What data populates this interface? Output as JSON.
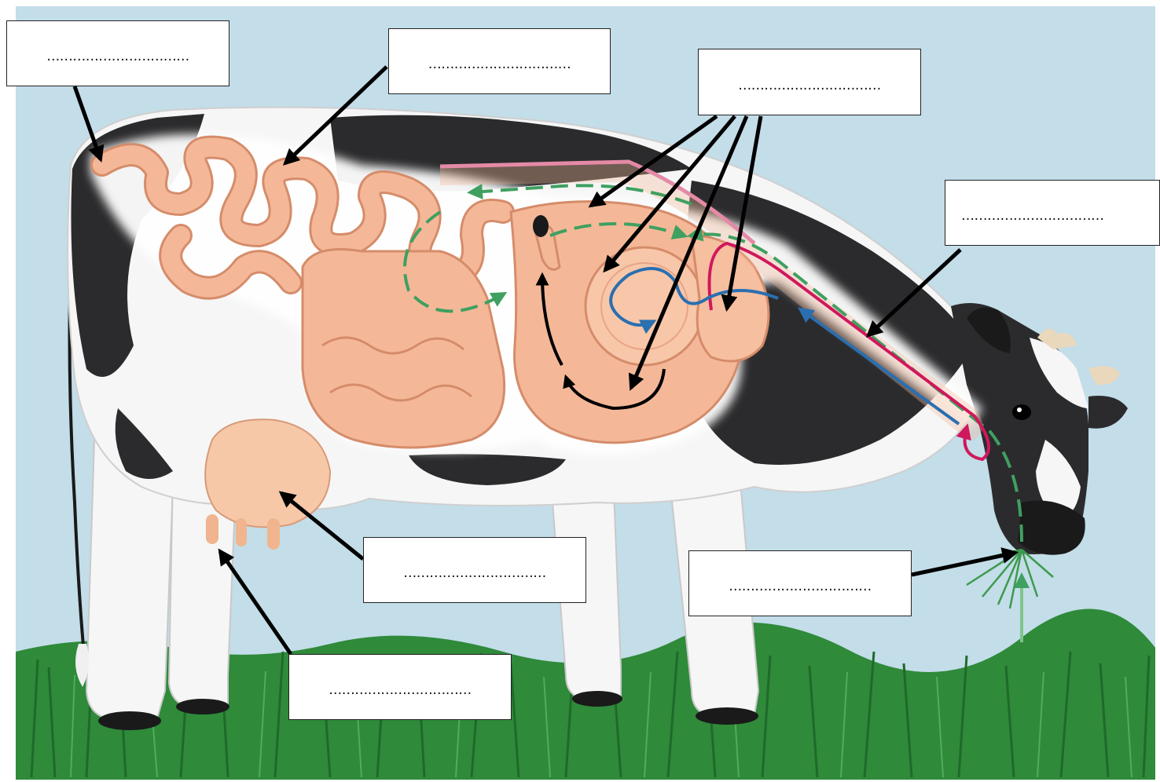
{
  "diagram": {
    "colors": {
      "sky": "#c3dde9",
      "grass": "#2f8a3a",
      "grass_dark": "#1f6a2a",
      "hide_black": "#2b2b2d",
      "hide_white": "#f6f6f6",
      "intestine": "#f4b898",
      "intestine_outline": "#d58c6a",
      "food_path": "#3fa060",
      "cud_path": "#d0185c",
      "fluid_path": "#2a6fb0",
      "arrow": "#000000"
    },
    "labels": [
      {
        "id": "label-1",
        "text": "……………………………",
        "points_to": "rectum-anus"
      },
      {
        "id": "label-2",
        "text": "……………………………",
        "points_to": "small-intestine"
      },
      {
        "id": "label-3",
        "text": "……………………………",
        "points_to": "stomach-chambers"
      },
      {
        "id": "label-4",
        "text": "……………………………",
        "points_to": "esophagus"
      },
      {
        "id": "label-5",
        "text": "……………………………",
        "points_to": "udder"
      },
      {
        "id": "label-6",
        "text": "……………………………",
        "points_to": "mouth"
      },
      {
        "id": "label-7",
        "text": "……………………………",
        "points_to": "teat"
      }
    ]
  }
}
